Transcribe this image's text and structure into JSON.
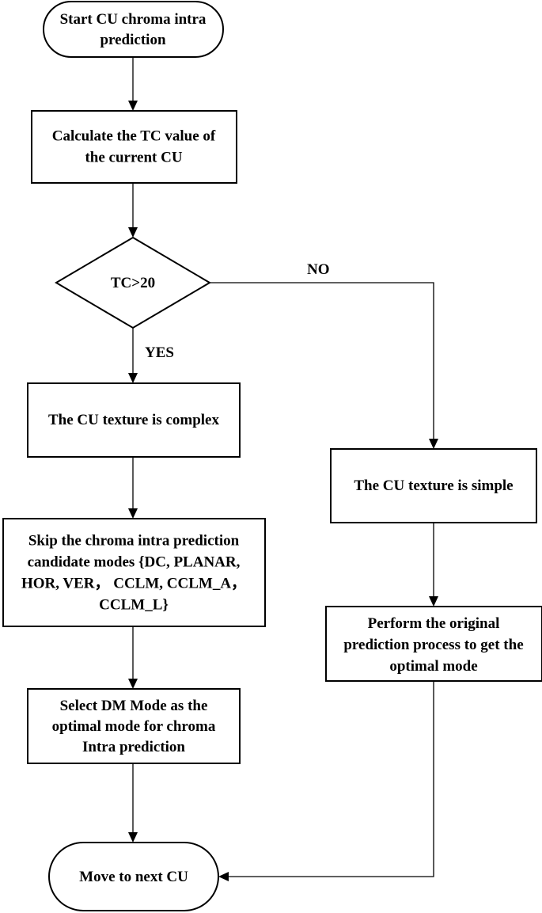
{
  "nodes": {
    "start": {
      "lines": [
        "Start CU chroma intra",
        "prediction"
      ]
    },
    "calc": {
      "lines": [
        "Calculate the TC value of",
        "the current CU"
      ]
    },
    "decision": {
      "lines": [
        "TC>20"
      ]
    },
    "complex": {
      "lines": [
        "The CU texture is complex"
      ]
    },
    "skip": {
      "lines": [
        "Skip the chroma intra prediction",
        "candidate modes {DC, PLANAR,",
        "HOR, VER， CCLM, CCLM_A，",
        "CCLM_L}"
      ]
    },
    "select_dm": {
      "lines": [
        "Select DM Mode as the",
        "optimal mode for chroma",
        "Intra prediction"
      ]
    },
    "simple": {
      "lines": [
        "The CU texture is simple"
      ]
    },
    "original": {
      "lines": [
        "Perform the original",
        "prediction process to get the",
        "optimal mode"
      ]
    },
    "end": {
      "lines": [
        "Move to next CU"
      ]
    }
  },
  "edges": {
    "yes_label": "YES",
    "no_label": "NO"
  }
}
